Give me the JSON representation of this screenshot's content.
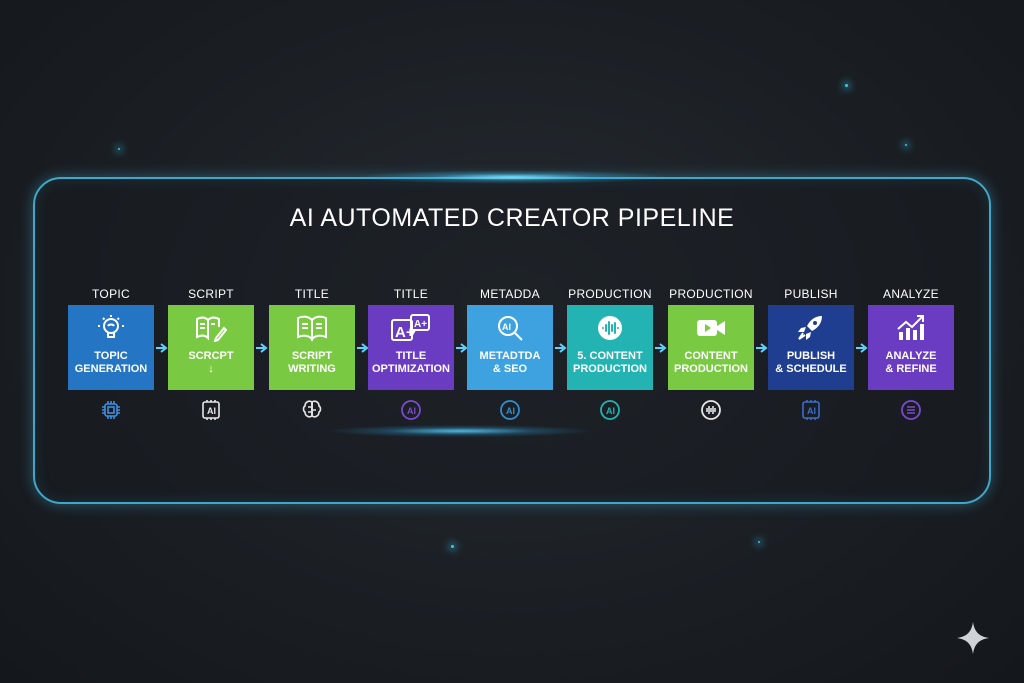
{
  "title": "AI AUTOMATED CREATOR PIPELINE",
  "steps": [
    {
      "label": "TOPIC",
      "text": "TOPIC\nGENERATION",
      "color": "#2475c4",
      "icon": "lightbulb-icon",
      "badge": "chip-icon",
      "badge_color": "#3d8fe0"
    },
    {
      "label": "SCRIPT",
      "text": "SCRCPT\n↓",
      "color": "#7ac943",
      "icon": "book-pen-icon",
      "badge": "ai-chip-icon",
      "badge_color": "#e6e6e6"
    },
    {
      "label": "TITLE",
      "text": "SCRIPT\nWRITING",
      "color": "#7ac943",
      "icon": "open-book-icon",
      "badge": "brain-icon",
      "badge_color": "#e6e6e6"
    },
    {
      "label": "TITLE",
      "text": "TITLE\nOPTIMIZATION",
      "color": "#6a3cc2",
      "icon": "a-plus-icon",
      "badge": "ai-circle-icon",
      "badge_color": "#7a4ad0"
    },
    {
      "label": "METADDA",
      "text": "METADTDA\n& SEO",
      "color": "#3fa2e0",
      "icon": "magnifier-ai-icon",
      "badge": "ai-circle-icon",
      "badge_color": "#2e8fd0"
    },
    {
      "label": "PRODUCTION",
      "text": "5. CONTENT\nPRODUCTION",
      "color": "#23b3b3",
      "icon": "audio-wave-icon",
      "badge": "ai-circle-icon",
      "badge_color": "#23b3b3"
    },
    {
      "label": "PRODUCTION",
      "text": "CONTENT\nPRODUCTION",
      "color": "#7ac943",
      "icon": "video-camera-icon",
      "badge": "audio-circle-icon",
      "badge_color": "#e6e6e6"
    },
    {
      "label": "PUBLISH",
      "text": "PUBLISH\n& SCHEDULE",
      "color": "#1f3e8f",
      "icon": "rocket-icon",
      "badge": "ai-chip-icon",
      "badge_color": "#3a6fc8"
    },
    {
      "label": "ANALYZE",
      "text": "ANALYZE\n& REFINE",
      "color": "#6a3cc2",
      "icon": "chart-up-icon",
      "badge": "list-circle-icon",
      "badge_color": "#7a4ad0"
    }
  ],
  "accent": "#3fa7c9"
}
